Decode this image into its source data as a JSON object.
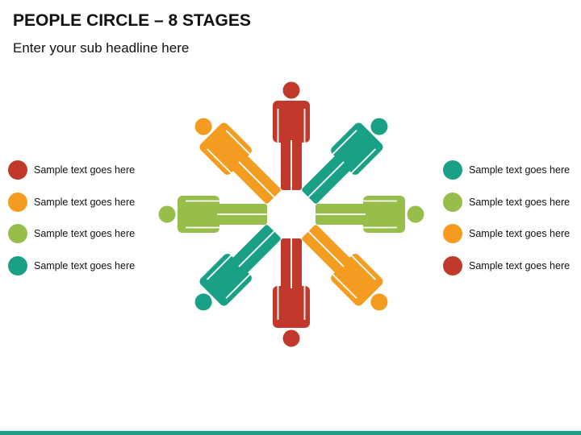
{
  "title": "PEOPLE CIRCLE – 8 STAGES",
  "subtitle": "Enter your sub headline here",
  "colors": {
    "red": "#c0392b",
    "orange": "#f39c1f",
    "green": "#97bd4a",
    "teal": "#1aa087",
    "footer": "#1aa087"
  },
  "figures": [
    {
      "angle": 0,
      "color": "red"
    },
    {
      "angle": 45,
      "color": "teal"
    },
    {
      "angle": 90,
      "color": "green"
    },
    {
      "angle": 135,
      "color": "orange"
    },
    {
      "angle": 180,
      "color": "red"
    },
    {
      "angle": 225,
      "color": "teal"
    },
    {
      "angle": 270,
      "color": "green"
    },
    {
      "angle": 315,
      "color": "orange"
    }
  ],
  "legend_left": [
    {
      "text": "Sample text goes here",
      "color": "red"
    },
    {
      "text": "Sample text goes here",
      "color": "orange"
    },
    {
      "text": "Sample text goes here",
      "color": "green"
    },
    {
      "text": "Sample text goes here",
      "color": "teal"
    }
  ],
  "legend_right": [
    {
      "text": "Sample text goes here",
      "color": "teal"
    },
    {
      "text": "Sample text goes here",
      "color": "green"
    },
    {
      "text": "Sample text goes here",
      "color": "orange"
    },
    {
      "text": "Sample text goes here",
      "color": "red"
    }
  ]
}
